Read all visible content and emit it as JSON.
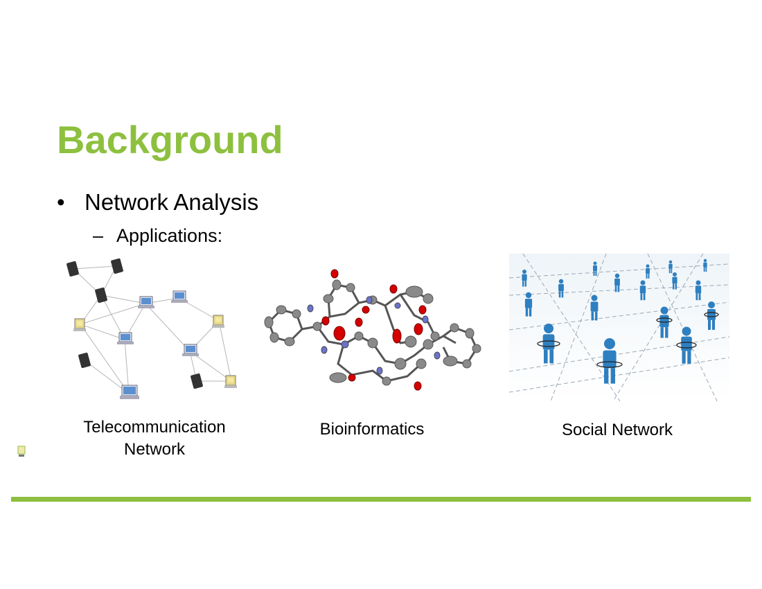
{
  "slide": {
    "title": "Background",
    "bullet_marker": "•",
    "bullet_text": "Network Analysis",
    "sub_marker": "–",
    "sub_text": "Applications:"
  },
  "figures": [
    {
      "caption": "Telecommunication\nNetwork",
      "icon": "telecom-network-diagram"
    },
    {
      "caption": "Bioinformatics",
      "icon": "molecular-structure"
    },
    {
      "caption": "Social Network",
      "icon": "people-network"
    }
  ],
  "colors": {
    "accent": "#8dc03f",
    "text": "#000000",
    "social_blue": "#2e7fc0"
  }
}
